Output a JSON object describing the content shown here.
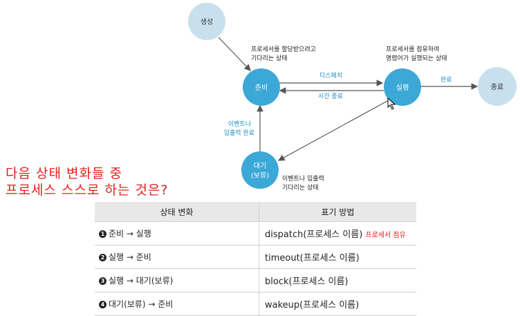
{
  "nodes": {
    "create": "생성",
    "ready": "준비",
    "run": "실행",
    "exit": "종료",
    "wait_line1": "대기",
    "wait_line2": "(보류)"
  },
  "edges": {
    "dispatch": "디스패치",
    "timeout": "시간 종료",
    "complete": "완료",
    "io_done_line1": "이벤트나",
    "io_done_line2": "입출력 완료"
  },
  "descriptions": {
    "ready_line1": "프로세서를 할당받으려고",
    "ready_line2": "기다리는 상태",
    "run_line1": "프로세서를 점유하여",
    "run_line2": "명령어가 실행되는 상태",
    "wait_line1": "이벤트나 입출력",
    "wait_line2": "기다리는 상태"
  },
  "question": {
    "line1": "다음 상태 변화들 중",
    "line2": "프로세스 스스로 하는 것은?"
  },
  "table": {
    "header_change": "상태 변화",
    "header_method": "표기 방법",
    "rows": [
      {
        "num": "1",
        "change": "준비 → 실행",
        "method": "dispatch(프로세스 이름)",
        "note": "프로세서 점유"
      },
      {
        "num": "2",
        "change": "실행 → 준비",
        "method": "timeout(프로세스 이름)"
      },
      {
        "num": "3",
        "change": "실행 → 대기(보류)",
        "method": "block(프로세스 이름)"
      },
      {
        "num": "4",
        "change": "대기(보류) → 준비",
        "method": "wakeup(프로세스 이름)"
      }
    ]
  },
  "colors": {
    "active_node": "#3ca8d8",
    "inactive_node": "#c8dfee",
    "edge_label": "#1a8fc9",
    "handwriting": "#e0201c"
  }
}
